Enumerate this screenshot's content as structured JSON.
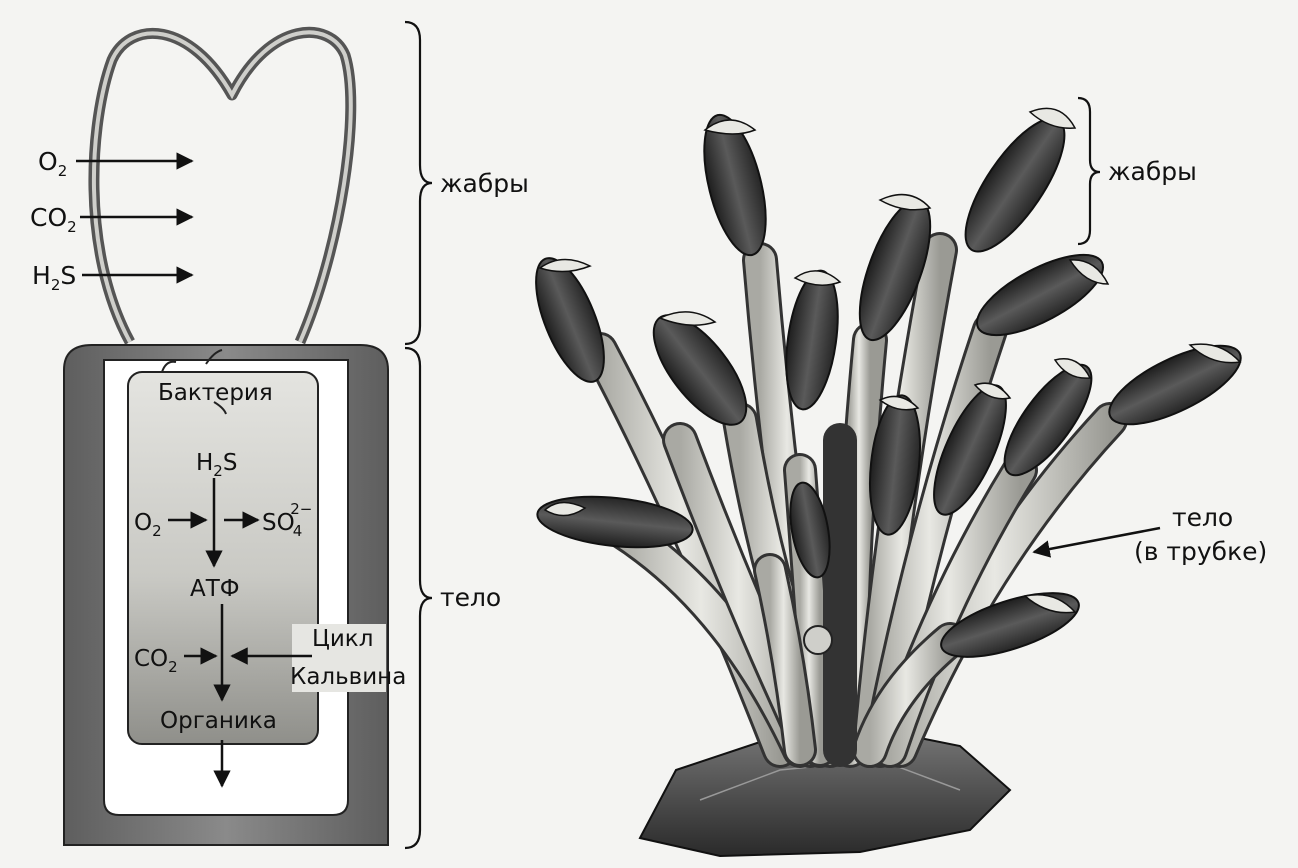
{
  "schematic": {
    "inputs": [
      {
        "base": "O",
        "sub": "2"
      },
      {
        "base": "CO",
        "sub": "2"
      },
      {
        "base": "H",
        "sub": "2",
        "tail": "S"
      }
    ],
    "bacterium_label": "Бактерия",
    "h2s": {
      "base": "H",
      "sub": "2",
      "tail": "S"
    },
    "o2": {
      "base": "O",
      "sub": "2"
    },
    "so4": {
      "base": "SO",
      "sub": "4",
      "sup": "2−"
    },
    "atp": "АТФ",
    "co2": {
      "base": "CO",
      "sub": "2"
    },
    "calvin_line1": "Цикл",
    "calvin_line2": "Кальвина",
    "organics": "Органика",
    "gills_label": "жабры",
    "body_label": "тело"
  },
  "illustration": {
    "gills_label": "жабры",
    "body_label_line1": "тело",
    "body_label_line2": "(в трубке)"
  },
  "colors": {
    "tube_dark": "#6e6e6e",
    "ink": "#111111",
    "background": "#f4f4f2",
    "plume_dark": "#3a3a3a",
    "tube_light": "#d9d9d4"
  }
}
